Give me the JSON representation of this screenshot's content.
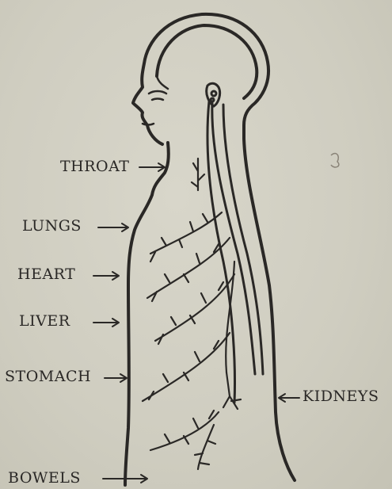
{
  "labels": {
    "throat": "THROAT",
    "lungs": "LUNGS",
    "heart": "HEART",
    "liver": "LIVER",
    "stomach": "STOMACH",
    "bowels": "BOWELS",
    "kidneys": "KIDNEYS"
  },
  "colors": {
    "paper": "#d2d0c3",
    "ink": "#2a2826"
  }
}
